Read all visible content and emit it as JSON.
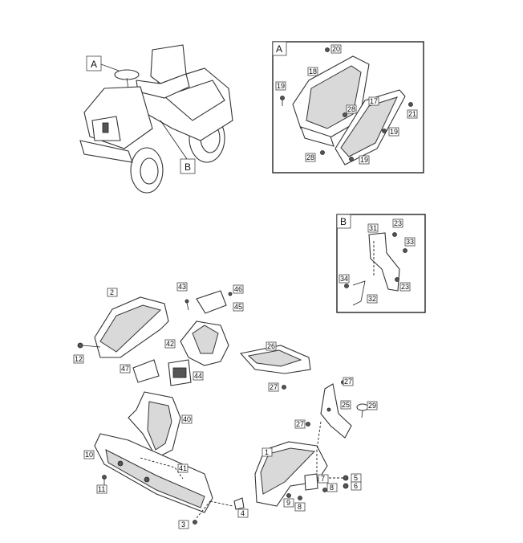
{
  "view_tags": {
    "a": "A",
    "b": "B"
  },
  "callouts": {
    "p1": "1",
    "p2": "2",
    "p3": "3",
    "p4": "4",
    "p5": "5",
    "p6": "6",
    "p7": "7",
    "p8a": "8",
    "p8b": "8",
    "p9": "9",
    "p10": "10",
    "p11": "11",
    "p12": "12",
    "p17": "17",
    "p18": "18",
    "p19a": "19",
    "p19b": "19",
    "p19c": "19",
    "p20": "20",
    "p21": "21",
    "p23a": "23",
    "p23b": "23",
    "p25": "25",
    "p26": "26",
    "p27a": "27",
    "p27b": "27",
    "p27c": "27",
    "p28a": "28",
    "p28b": "28",
    "p29": "29",
    "p31": "31",
    "p32": "32",
    "p33": "33",
    "p34": "34",
    "p40": "40",
    "p41": "41",
    "p42": "42",
    "p43": "43",
    "p44": "44",
    "p45": "45",
    "p46": "46",
    "p47": "47"
  }
}
